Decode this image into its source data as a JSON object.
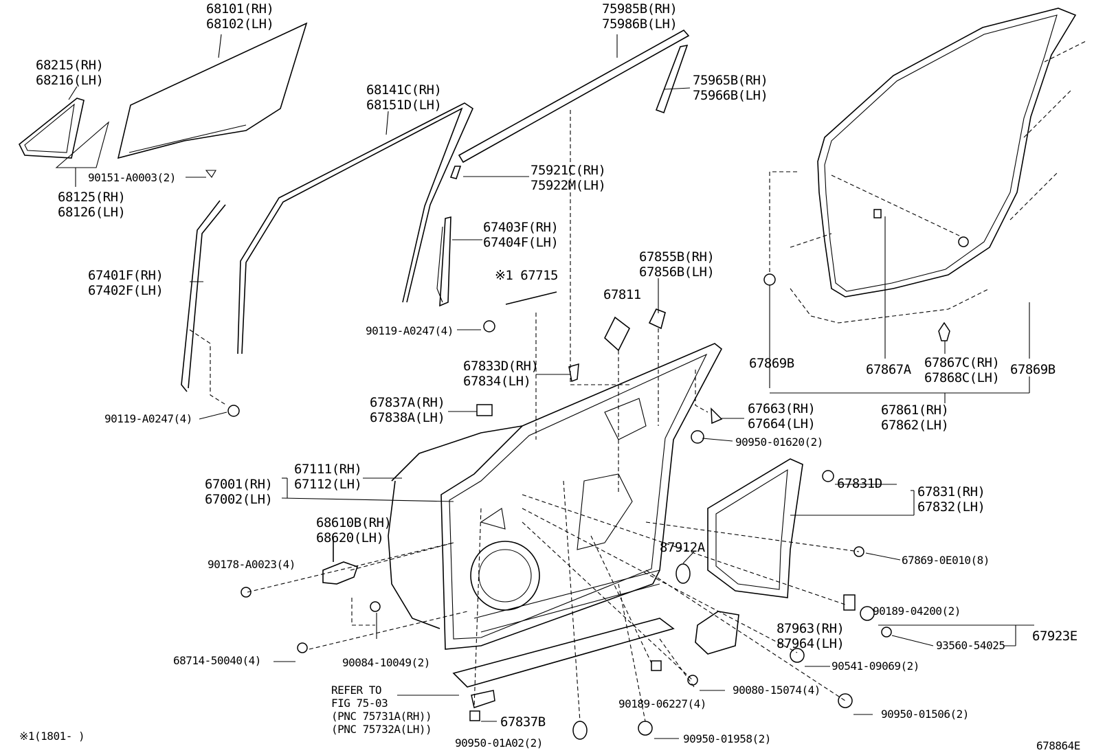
{
  "diagram_id": "678864E",
  "footnote": "※1(1801-      )",
  "labels": {
    "l68101": [
      "68101(RH)",
      "68102(LH)"
    ],
    "l75985": [
      "75985B(RH)",
      "75986B(LH)"
    ],
    "l68215": [
      "68215(RH)",
      "68216(LH)"
    ],
    "l68141": [
      "68141C(RH)",
      "68151D(LH)"
    ],
    "l75965": [
      "75965B(RH)",
      "75966B(LH)"
    ],
    "l90151": [
      "90151-A0003(2)"
    ],
    "l75921": [
      "75921C(RH)",
      "75922M(LH)"
    ],
    "l68125": [
      "68125(RH)",
      "68126(LH)"
    ],
    "l67403": [
      "67403F(RH)",
      "67404F(LH)"
    ],
    "l67855": [
      "67855B(RH)",
      "67856B(LH)"
    ],
    "l67401": [
      "67401F(RH)",
      "67402F(LH)"
    ],
    "l67715": [
      "※1 67715"
    ],
    "l67811": [
      "67811"
    ],
    "l90119a": [
      "90119-A0247(4)"
    ],
    "l67869b1": [
      "67869B"
    ],
    "l67867a": [
      "67867A"
    ],
    "l67867c": [
      "67867C(RH)",
      "67868C(LH)"
    ],
    "l67869b2": [
      "67869B"
    ],
    "l67833": [
      "67833D(RH)",
      "67834(LH)"
    ],
    "l67837a": [
      "67837A(RH)",
      "67838A(LH)"
    ],
    "l67663": [
      "67663(RH)",
      "67664(LH)"
    ],
    "l67861": [
      "67861(RH)",
      "67862(LH)"
    ],
    "l90119b": [
      "90119-A0247(4)"
    ],
    "l90950a": [
      "90950-01620(2)"
    ],
    "l67111": [
      "67111(RH)",
      "67112(LH)"
    ],
    "l67001": [
      "67001(RH)",
      "67002(LH)"
    ],
    "l67831d": [
      "67831D"
    ],
    "l67831": [
      "67831(RH)",
      "67832(LH)"
    ],
    "l68610": [
      "68610B(RH)",
      "68620(LH)"
    ],
    "l87912": [
      "87912A"
    ],
    "l90178": [
      "90178-A0023(4)"
    ],
    "l67869e": [
      "67869-0E010(8)"
    ],
    "l90189a": [
      "90189-04200(2)"
    ],
    "l87963": [
      "87963(RH)",
      "87964(LH)"
    ],
    "l93560": [
      "93560-54025"
    ],
    "l67923": [
      "67923E"
    ],
    "l68714": [
      "68714-50040(4)"
    ],
    "l90084": [
      "90084-10049(2)"
    ],
    "l90541": [
      "90541-09069(2)"
    ],
    "l90080": [
      "90080-15074(4)"
    ],
    "l90189b": [
      "90189-06227(4)"
    ],
    "l90950b": [
      "90950-01506(2)"
    ],
    "l67837b": [
      "67837B"
    ],
    "l90950c": [
      "90950-01A02(2)"
    ],
    "l90950d": [
      "90950-01958(2)"
    ],
    "refer": [
      "REFER TO",
      "FIG 75-03",
      "(PNC 75731A(RH))",
      "(PNC 75732A(LH))"
    ]
  }
}
